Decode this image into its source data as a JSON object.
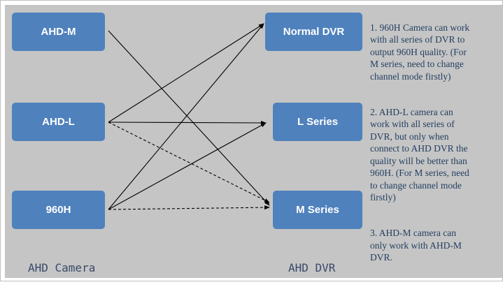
{
  "cameras": [
    {
      "id": "ahdm",
      "label": "AHD-M"
    },
    {
      "id": "ahdl",
      "label": "AHD-L"
    },
    {
      "id": "960h",
      "label": "960H"
    }
  ],
  "dvrs": [
    {
      "id": "normal",
      "label": "Normal DVR"
    },
    {
      "id": "lser",
      "label": "L Series"
    },
    {
      "id": "mser",
      "label": "M Series"
    }
  ],
  "connections": [
    {
      "from": "ahdm",
      "to": "mser",
      "style": "solid"
    },
    {
      "from": "ahdl",
      "to": "normal",
      "style": "solid"
    },
    {
      "from": "ahdl",
      "to": "lser",
      "style": "solid"
    },
    {
      "from": "ahdl",
      "to": "mser",
      "style": "dashed"
    },
    {
      "from": "960h",
      "to": "normal",
      "style": "solid"
    },
    {
      "from": "960h",
      "to": "lser",
      "style": "solid"
    },
    {
      "from": "960h",
      "to": "mser",
      "style": "dashed"
    }
  ],
  "footer": {
    "camera_label": "AHD Camera",
    "dvr_label": "AHD DVR"
  },
  "notes": [
    "1. 960H Camera can work\nwith all series of DVR to\noutput 960H quality. (For\nM series, need to change\nchannel mode firstly)",
    "2. AHD-L camera can\nwork with all series of\nDVR, but only when\nconnect to AHD DVR the\nquality will be better than\n960H. (For M series, need\nto change channel mode\nfirstly)",
    "3. AHD-M camera can\nonly work with AHD-M\nDVR."
  ],
  "colors": {
    "box_fill": "#4f81bd",
    "panel_bg": "#c5c5c5",
    "arrow": "#000000",
    "note_text": "#243f60"
  }
}
